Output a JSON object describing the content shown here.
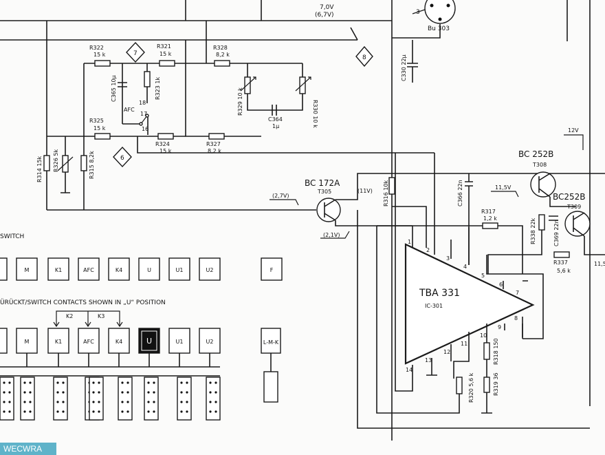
{
  "labels": {
    "v_top": "7,0V",
    "v_top2": "(6,7V)",
    "bu303": "Bu 303",
    "pin3": "3",
    "r322": "R322",
    "r322v": "15 k",
    "r321": "R321",
    "r321v": "15 k",
    "r328": "R328",
    "r328v": "8,2 k",
    "r323": "R323 1k",
    "c365": "C365 10µ",
    "afc": "AFC",
    "p18": "18",
    "p17": "17",
    "p16": "16",
    "r329": "R329 10 k",
    "r330": "R330 10 k",
    "c364": "C364",
    "c364v": "1µ",
    "c330": "C330 22µ",
    "r325": "R325",
    "r325v": "15 k",
    "r324": "R324",
    "r324v": "15 k",
    "r327": "R327",
    "r327v": "8,2 k",
    "r314": "R314 15k",
    "r326": "R326 5k",
    "r315": "R315 8,2k",
    "bc172": "BC 172A",
    "t305": "T305",
    "v27": "(2,7V)",
    "v11": "(11V)",
    "v21": "(2,1V)",
    "r316": "R316 10k",
    "c366": "C366 22n",
    "r317": "R317",
    "r317v": "1,2 k",
    "v12": "12V",
    "bc252a": "BC 252B",
    "t308": "T308",
    "v115": "11,5V",
    "bc252b": "BC252B",
    "t309": "T309",
    "r338": "R338 22k",
    "c369": "C369 22n",
    "r337": "R337",
    "r337v": "5,6 k",
    "v115b": "11,5",
    "tba": "TBA 331",
    "ic": "IC-301",
    "r318": "R318 150",
    "r319": "R319 36",
    "r320": "R320 5,6 k",
    "switch": "SWITCH",
    "contacts": "ÜRÜCKT/SWITCH CONTACTS SHOWN IN „U“ POSITION",
    "k2": "K2",
    "k3": "K3",
    "lmk": "L-M-K",
    "n6": "6",
    "n7": "7",
    "n8": "8",
    "pins": [
      "1",
      "2",
      "3",
      "4",
      "5",
      "6",
      "7",
      "8",
      "9",
      "10",
      "11",
      "12",
      "13",
      "14"
    ]
  },
  "buttons_row1": [
    "M",
    "K1",
    "AFC",
    "K4",
    "U",
    "U1",
    "U2",
    "F"
  ],
  "buttons_row2": [
    "M",
    "K1",
    "AFC",
    "K4",
    "U",
    "U1",
    "U2"
  ],
  "watermark": "WECWRA"
}
